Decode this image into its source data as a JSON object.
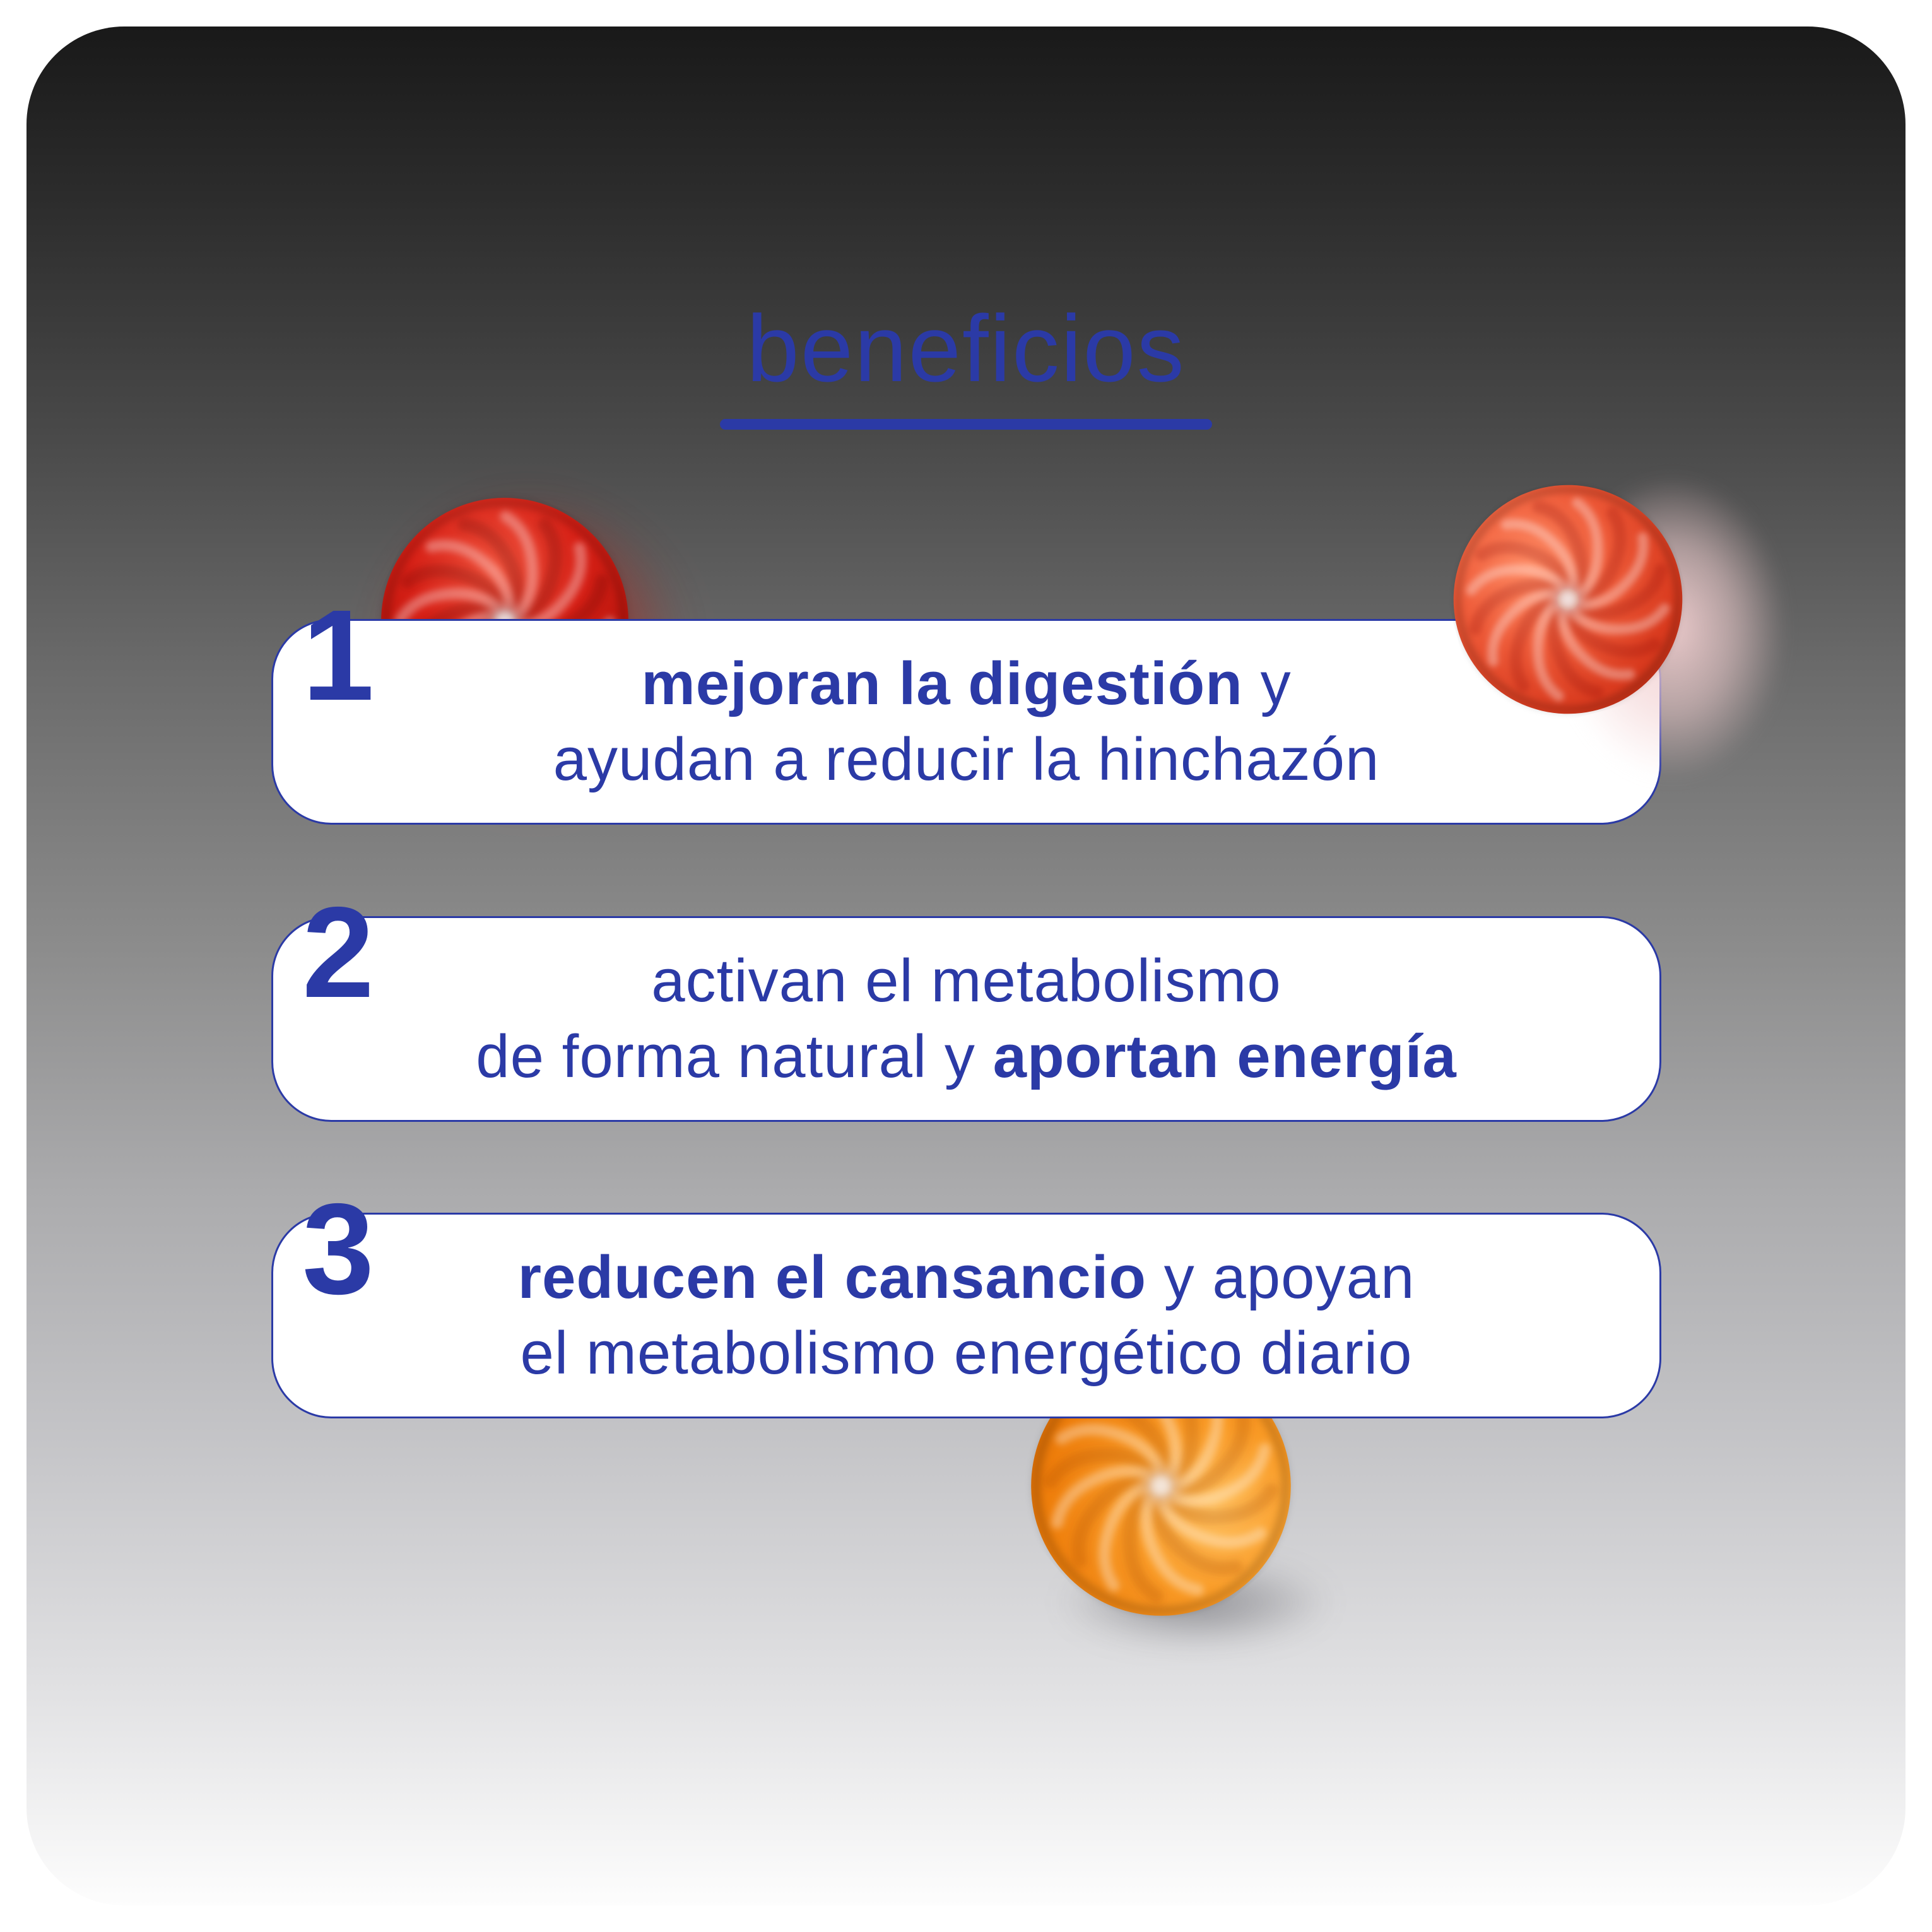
{
  "title": {
    "text": "beneficios"
  },
  "benefits": [
    {
      "number": "1",
      "line1": [
        {
          "text": "mejoran la digestión",
          "bold": true
        },
        {
          "text": " y",
          "bold": false
        }
      ],
      "line2": [
        {
          "text": "ayudan a reducir la hinchazón",
          "bold": false
        }
      ]
    },
    {
      "number": "2",
      "line1": [
        {
          "text": "activan el metabolismo",
          "bold": false
        }
      ],
      "line2": [
        {
          "text": "de forma natural y ",
          "bold": false
        },
        {
          "text": "aportan energía",
          "bold": true
        }
      ]
    },
    {
      "number": "3",
      "line1": [
        {
          "text": "reducen el cansancio",
          "bold": true
        },
        {
          "text": " y apoyan",
          "bold": false
        }
      ],
      "line2": [
        {
          "text": "el metabolismo energético diario",
          "bold": false
        }
      ]
    }
  ],
  "colors": {
    "accent_blue": "#2b3aa6",
    "panel_gradient_top": "#191919",
    "panel_gradient_mid": "#8c8c8c",
    "panel_gradient_bottom": "#fdfdfd",
    "card_background": "#ffffff",
    "gummy_red_dark": "#d61f15",
    "gummy_red_coral": "#ee5a38",
    "gummy_orange": "#f99b26",
    "halo_pink": "#f2cfd0"
  },
  "gummies": [
    {
      "name": "gummy-red-left"
    },
    {
      "name": "gummy-red-right"
    },
    {
      "name": "gummy-orange-bottom"
    }
  ]
}
